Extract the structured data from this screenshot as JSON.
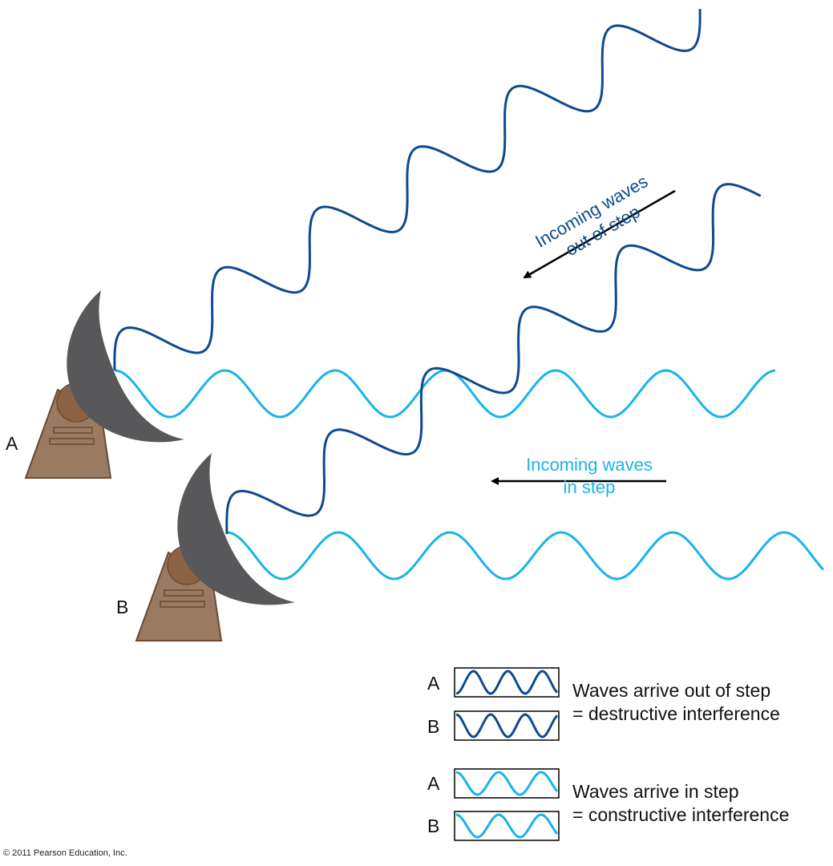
{
  "colors": {
    "out_of_step": "#0d4a8f",
    "in_step": "#18b4ea",
    "dish": "#58585a",
    "base": "#9a7b62",
    "base_edge": "#6b4a30",
    "knob": "#8a6246"
  },
  "telescopes": [
    {
      "label": "A"
    },
    {
      "label": "B"
    }
  ],
  "annotations": {
    "out_of_step": {
      "line1": "Incoming waves",
      "line2": "out of step"
    },
    "in_step": {
      "line1": "Incoming waves",
      "line2": "in step"
    }
  },
  "legend": {
    "destructive": {
      "label_a": "A",
      "label_b": "B",
      "line1": "Waves arrive out of step",
      "line2": "= destructive interference"
    },
    "constructive": {
      "label_a": "A",
      "label_b": "B",
      "line1": "Waves arrive in step",
      "line2": "= constructive interference"
    }
  },
  "copyright": "© 2011 Pearson Education, Inc."
}
